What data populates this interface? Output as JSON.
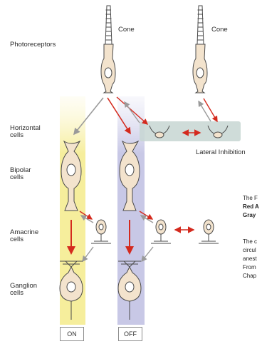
{
  "cells": {
    "photoreceptors": "Photoreceptors",
    "horizontal": [
      "Horizontal",
      "cells"
    ],
    "bipolar": [
      "Bipolar",
      "cells"
    ],
    "amacrine": [
      "Amacrine",
      "cells"
    ],
    "ganglion": [
      "Ganglion",
      "cells"
    ]
  },
  "cone_left": "Cone",
  "cone_right": "Cone",
  "lateral_inhibition": "Lateral Inhibition",
  "pathways": {
    "on": "ON",
    "off": "OFF"
  },
  "side_text": {
    "line1": "The F",
    "line2": "Red A",
    "line3": "Gray",
    "line4": "The c",
    "line5": "circul",
    "line6": "anest",
    "line7": "From",
    "line8": "Chap"
  },
  "colors": {
    "on_band": "#f6ee9c",
    "off_band": "#c8c8e6",
    "lateral_band": "#c7d6d2",
    "excitatory_arrow": "#d42a1e",
    "inhibitory_arrow": "#9a9a9a",
    "cell_fill": "#f3e3cd",
    "cell_outline": "#4a4a4a"
  }
}
